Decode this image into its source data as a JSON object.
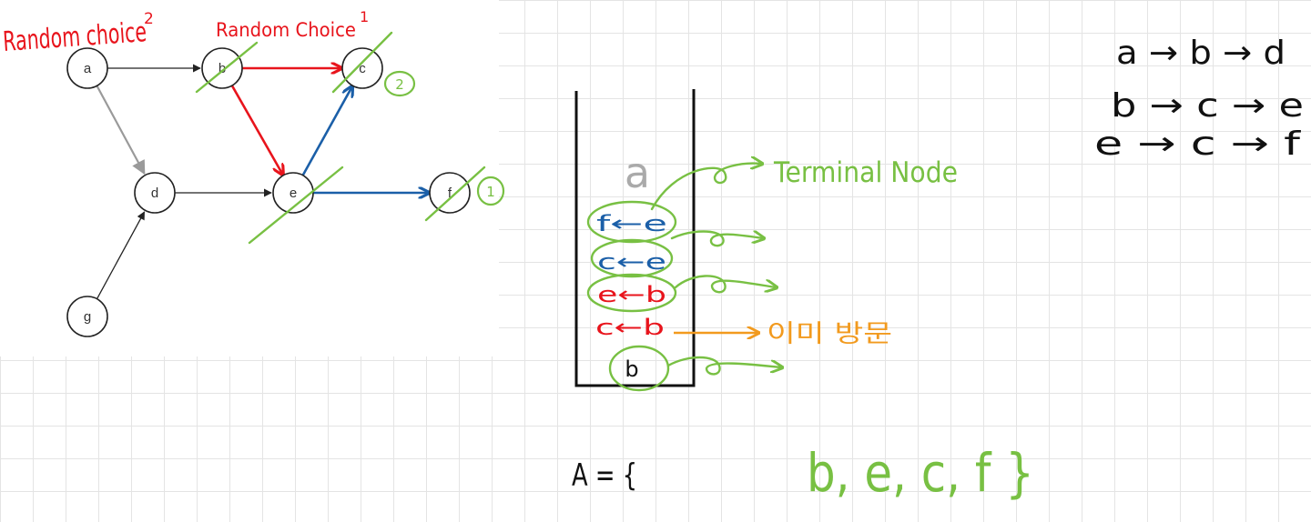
{
  "graph": {
    "nodes": [
      {
        "id": "a",
        "label": "a"
      },
      {
        "id": "b",
        "label": "b"
      },
      {
        "id": "c",
        "label": "c"
      },
      {
        "id": "d",
        "label": "d"
      },
      {
        "id": "e",
        "label": "e"
      },
      {
        "id": "f",
        "label": "f"
      },
      {
        "id": "g",
        "label": "g"
      }
    ],
    "edges": [
      {
        "from": "a",
        "to": "b",
        "color": "#222222"
      },
      {
        "from": "a",
        "to": "d",
        "color": "#9a9a9a"
      },
      {
        "from": "b",
        "to": "c",
        "color": "#e8141c"
      },
      {
        "from": "b",
        "to": "e",
        "color": "#e8141c"
      },
      {
        "from": "d",
        "to": "e",
        "color": "#222222"
      },
      {
        "from": "e",
        "to": "c",
        "color": "#1b5fa8"
      },
      {
        "from": "e",
        "to": "f",
        "color": "#1b5fa8"
      },
      {
        "from": "g",
        "to": "d",
        "color": "#222222"
      }
    ]
  },
  "annotations": {
    "random_choice_2": "Random choice",
    "random_choice_2_sup": "2",
    "random_choice_1": "Random Choice",
    "random_choice_1_sup": "1",
    "order_c": "2",
    "order_f": "1"
  },
  "stack": {
    "top": "a",
    "items": [
      {
        "text": "f←e",
        "color": "#1b5fa8"
      },
      {
        "text": "c←e",
        "color": "#1b5fa8"
      },
      {
        "text": "e←b",
        "color": "#e8141c"
      },
      {
        "text": "c←b",
        "color": "#e8141c"
      },
      {
        "text": "b",
        "color": "#111111"
      }
    ],
    "terminal_label": "Terminal Node",
    "orange_note": "이미 방문"
  },
  "paths": [
    "a → b → d",
    "b → c → e",
    "e → c → f"
  ],
  "result": {
    "prefix": "A = {",
    "values": "b, e, c, f }"
  },
  "colors": {
    "red": "#e8141c",
    "blue": "#1b5fa8",
    "green": "#78c043",
    "orange": "#f29a1e",
    "gray": "#9a9a9a"
  }
}
